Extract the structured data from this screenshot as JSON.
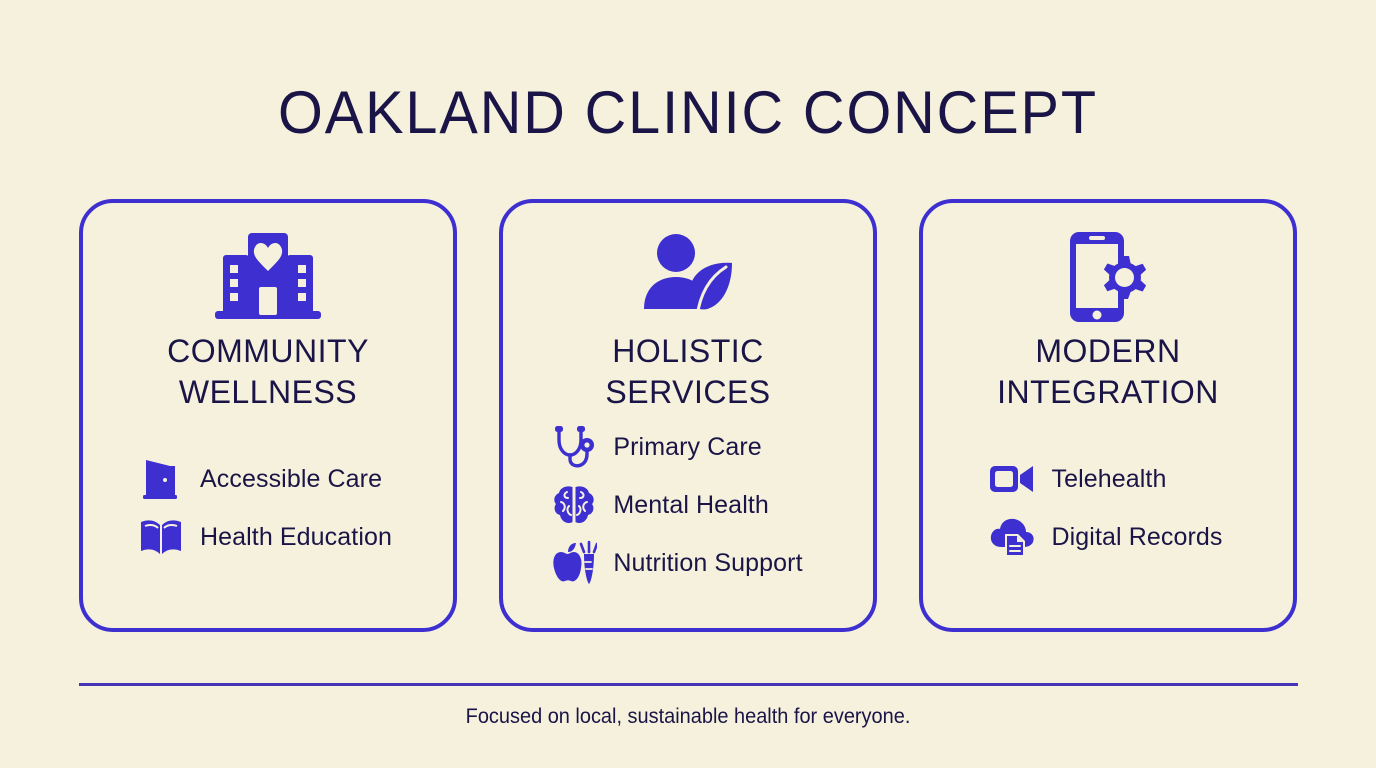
{
  "slide": {
    "title": "OAKLAND CLINIC CONCEPT",
    "background_color": "#f5f1dd",
    "accent_color": "#3d2fd0",
    "text_color": "#1b1547",
    "footer": "Focused on local, sustainable health for everyone."
  },
  "cards": [
    {
      "icon": "hospital-heart-icon",
      "heading": "COMMUNITY\nWELLNESS",
      "heading_line1": "COMMUNITY",
      "heading_line2": "WELLNESS",
      "items": [
        {
          "icon": "open-door-icon",
          "label": "Accessible Care"
        },
        {
          "icon": "open-book-icon",
          "label": "Health Education"
        }
      ]
    },
    {
      "icon": "person-leaf-icon",
      "heading": "HOLISTIC\nSERVICES",
      "heading_line1": "HOLISTIC",
      "heading_line2": "SERVICES",
      "items": [
        {
          "icon": "stethoscope-icon",
          "label": "Primary Care"
        },
        {
          "icon": "brain-icon",
          "label": "Mental Health"
        },
        {
          "icon": "apple-carrot-icon",
          "label": "Nutrition Support"
        }
      ]
    },
    {
      "icon": "phone-gear-icon",
      "heading": "MODERN\nINTEGRATION",
      "heading_line1": "MODERN",
      "heading_line2": "INTEGRATION",
      "items": [
        {
          "icon": "video-camera-icon",
          "label": "Telehealth"
        },
        {
          "icon": "cloud-document-icon",
          "label": "Digital Records"
        }
      ]
    }
  ]
}
